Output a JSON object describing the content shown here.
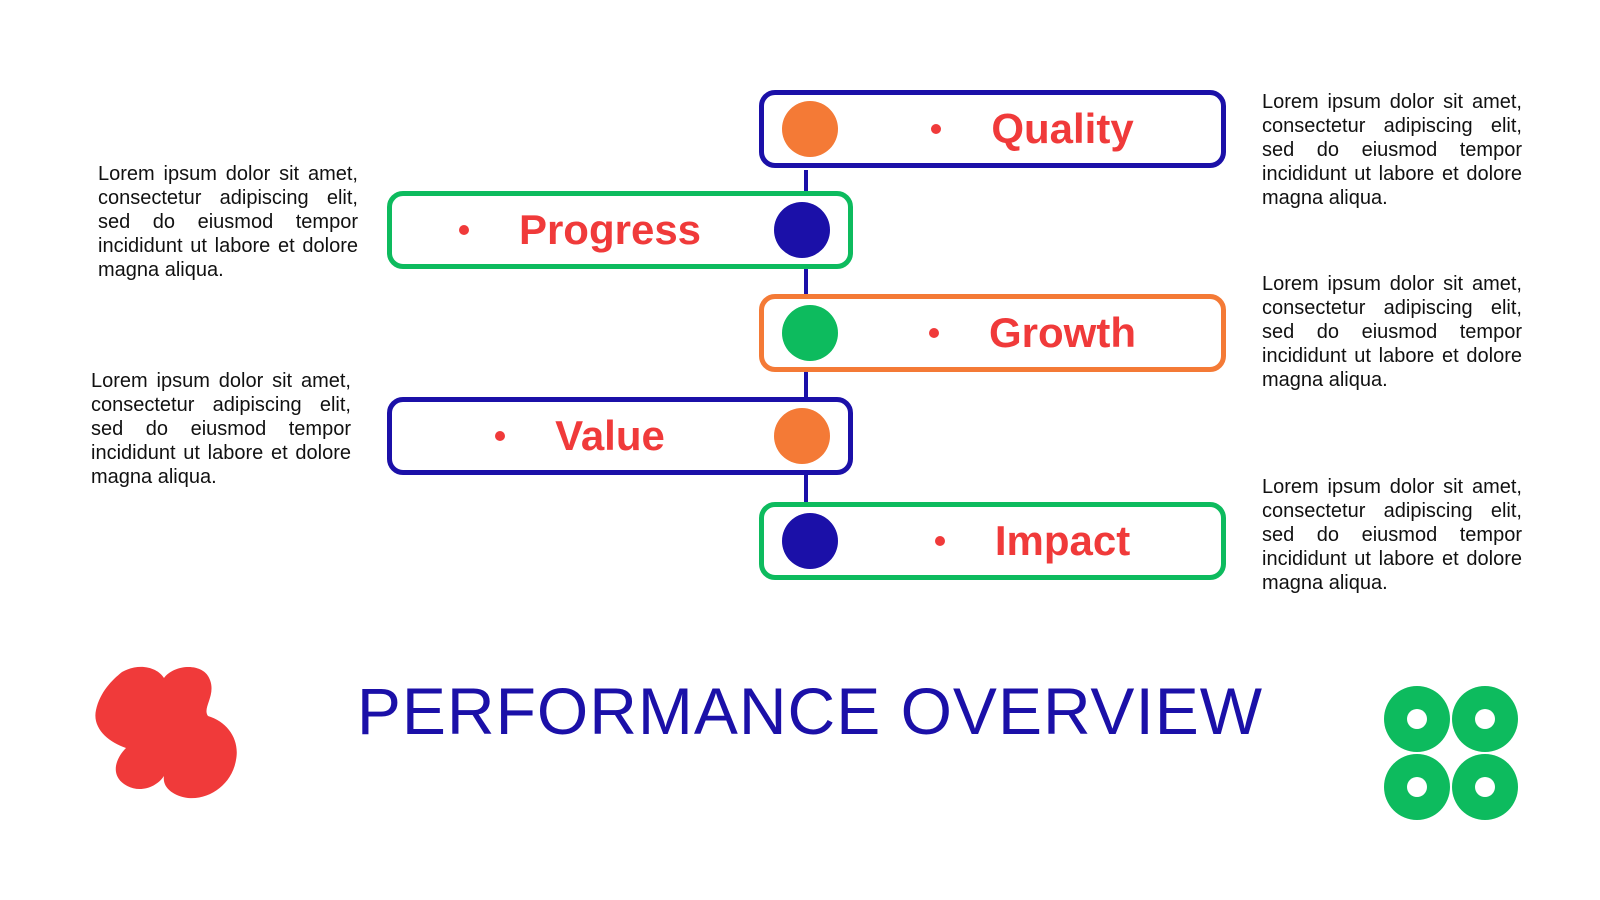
{
  "colors": {
    "navy": "#1b10a8",
    "green": "#0dbb5e",
    "orange": "#f47a36",
    "red": "#f03a3a",
    "text": "#111111"
  },
  "title": "PERFORMANCE OVERVIEW",
  "items": [
    {
      "label": "Quality",
      "side": "right",
      "border_color": "#1b10a8",
      "node_color": "#f47a36",
      "description": "Lorem ipsum dolor sit amet, consectetur adipiscing elit, sed do eiusmod tempor incididunt ut labore et dolore magna aliqua."
    },
    {
      "label": "Progress",
      "side": "left",
      "border_color": "#0dbb5e",
      "node_color": "#1b10a8",
      "description": "Lorem ipsum dolor sit amet, consectetur adipiscing elit, sed do eiusmod tempor incididunt ut labore et dolore magna aliqua."
    },
    {
      "label": "Growth",
      "side": "right",
      "border_color": "#f47a36",
      "node_color": "#0dbb5e",
      "description": "Lorem ipsum dolor sit amet, consectetur adipiscing elit, sed do eiusmod tempor incididunt ut labore et dolore magna aliqua."
    },
    {
      "label": "Value",
      "side": "left",
      "border_color": "#1b10a8",
      "node_color": "#f47a36",
      "description": "Lorem ipsum dolor sit amet, consectetur adipiscing elit, sed do eiusmod tempor incididunt ut labore et dolore magna aliqua."
    },
    {
      "label": "Impact",
      "side": "right",
      "border_color": "#0dbb5e",
      "node_color": "#1b10a8",
      "description": "Lorem ipsum dolor sit amet, consectetur adipiscing elit, sed do eiusmod tempor incididunt ut labore et dolore magna aliqua."
    }
  ],
  "decorations": {
    "left_shape": "red-blob-icon",
    "right_shape": "green-rings-icon"
  }
}
